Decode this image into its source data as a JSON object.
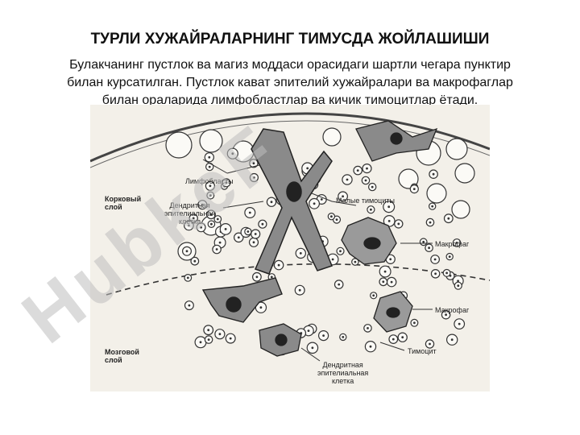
{
  "slide": {
    "title": "ТУРЛИ ХУЖАЙРАЛАРНИНГ ТИМУСДА ЖОЙЛАШИШИ",
    "desc_lines": [
      "Булакчанинг пустлок ва магиз моддаси орасидаги шартли чегара пунктир",
      "билан курсатилган. Пустлок кават эпителий хужайралари ва макрофаглар",
      "билан ораларида лимфобластлар ва кичик тимоцитлар ётади."
    ]
  },
  "figure": {
    "labels": {
      "lymphoblasts": "Лимфобласты",
      "cortex_1": "Корковый",
      "cortex_2": "слой",
      "dendritic_1_l1": "Дендритная",
      "dendritic_1_l2": "эпителиальная",
      "dendritic_1_l3": "клетка",
      "small_thymocytes": "Малые тимоциты",
      "macrophage_1": "Макрофаг",
      "macrophage_2": "Макрофаг",
      "medulla_1": "Мозговой",
      "medulla_2": "слой",
      "thymocyte": "Тимоцит",
      "dendritic_2_l1": "Дендритная",
      "dendritic_2_l2": "эпителиальная",
      "dendritic_2_l3": "клетка"
    }
  },
  "watermark": {
    "text": "HubkeF",
    "colors": {
      "main": "#bdbdbd",
      "accent": "#b9a6ea"
    }
  }
}
